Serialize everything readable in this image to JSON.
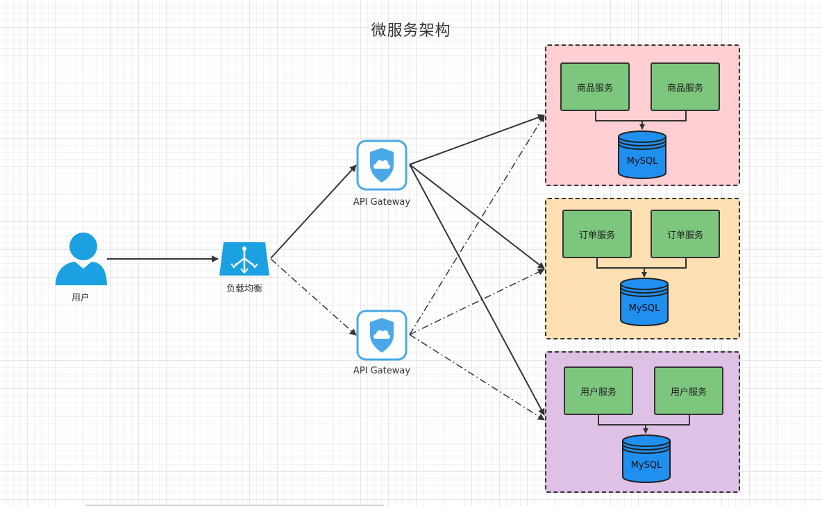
{
  "diagram": {
    "title": "微服务架构",
    "user": {
      "label": "用户",
      "icon": "user-icon"
    },
    "load_balancer": {
      "label": "负载均衡",
      "icon": "load-balancer-icon"
    },
    "gateways": [
      {
        "label": "API Gateway",
        "icon": "api-gateway-shield-cloud-icon"
      },
      {
        "label": "API Gateway",
        "icon": "api-gateway-shield-cloud-icon"
      }
    ],
    "groups": [
      {
        "color": "#ffcfd3",
        "services": [
          "商品服务",
          "商品服务"
        ],
        "db": "MySQL"
      },
      {
        "color": "#ffe0b3",
        "services": [
          "订单服务",
          "订单服务"
        ],
        "db": "MySQL"
      },
      {
        "color": "#e0c1e6",
        "services": [
          "用户服务",
          "用户服务"
        ],
        "db": "MySQL"
      }
    ],
    "colors": {
      "service_fill": "#7dc67d",
      "db_fill": "#1f8ff0",
      "icon_blue": "#1ba1e2",
      "gateway_blue": "#4aa8e8",
      "edge": "#333333"
    }
  }
}
